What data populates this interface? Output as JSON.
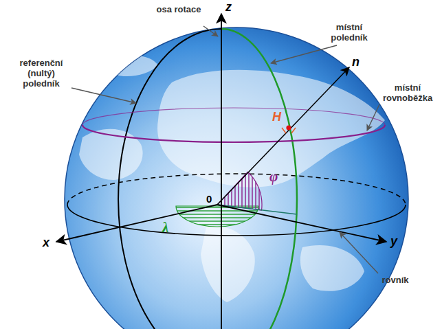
{
  "diagram": {
    "labels": [
      "z",
      "osa rotace",
      "místní poledník",
      "referenční (nultý) poledník",
      "n",
      "H",
      "místní rovnoběžka",
      "φ",
      "0",
      "λ",
      "x",
      "y",
      "rovník"
    ]
  }
}
